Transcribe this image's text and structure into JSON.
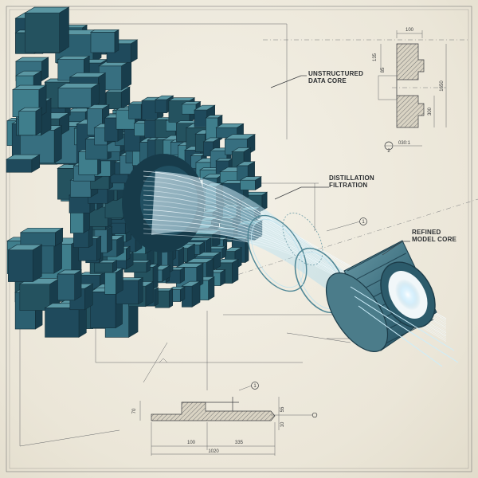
{
  "callouts": {
    "unstructured": [
      "UNSTRUCTURED",
      "DATA CORE"
    ],
    "distillation": [
      "DISTILLATION",
      "FILTRATION"
    ],
    "refined": [
      "REFINED",
      "MODEL CORE"
    ]
  },
  "detail_top": {
    "width_dim": "100",
    "dim_a": "135",
    "dim_b": "85",
    "dim_c": "1650",
    "dim_d": "300",
    "scale_note": "030:1",
    "scale_marker": "2"
  },
  "detail_bottom": {
    "marker": "1",
    "dim_left": "70",
    "dim_right": "55",
    "dim_right2": "10",
    "dim_100": "100",
    "dim_335": "335",
    "dim_1020": "1020"
  },
  "balloon_middle": "1",
  "colors": {
    "paper": "#ece8dc",
    "ink": "#2a2d30",
    "block_dark": "#1f4a5c",
    "block_mid": "#2e6a7c",
    "block_light": "#4a8d9a",
    "glow": "#bfe9ff"
  }
}
